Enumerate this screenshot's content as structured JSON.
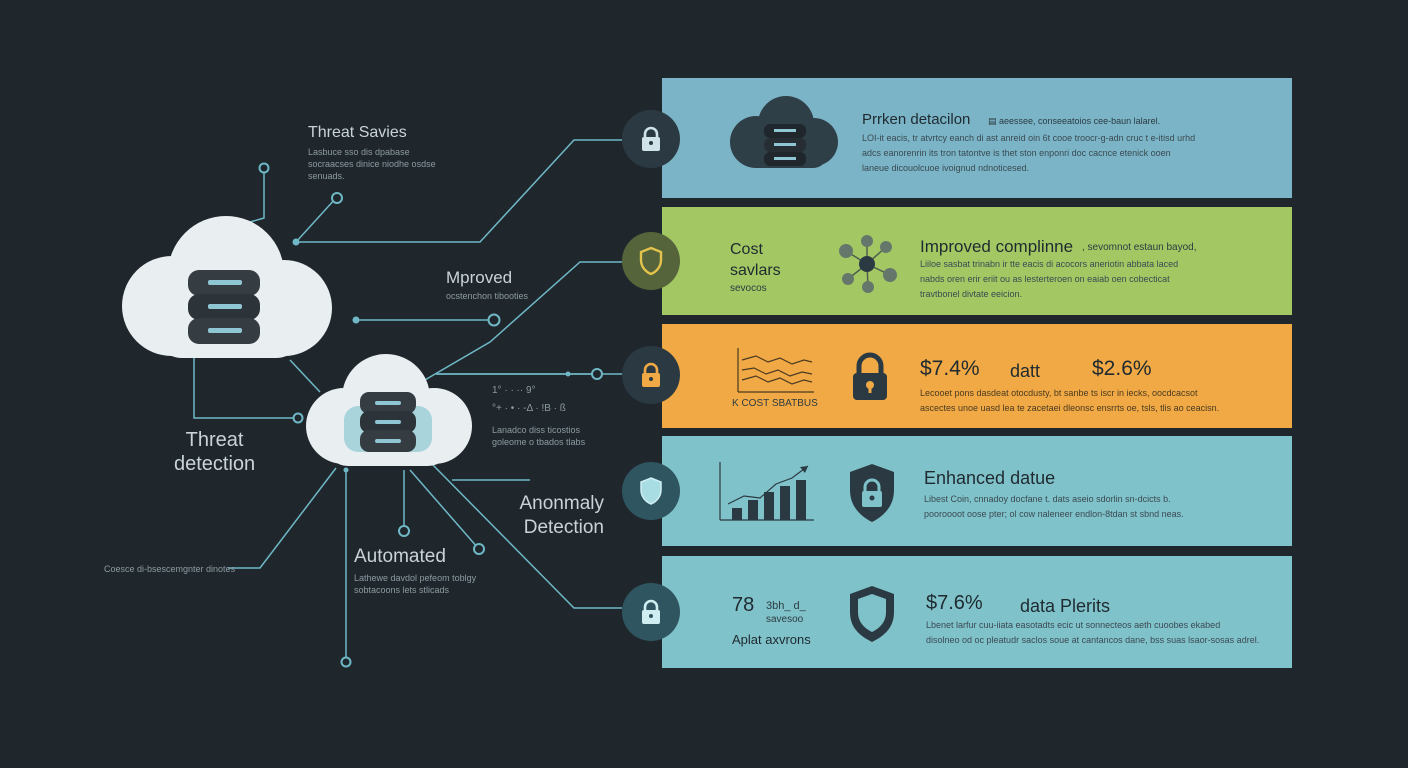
{
  "left": {
    "threat_series_title": "Threat Savies",
    "threat_series_desc": "Lasbuce sso dis dpabase\nsocraacses dinice niodhe osdse\nsenuads.",
    "improved_title": "Mproved",
    "improved_desc": "ocstenchon tibooties",
    "threat_detection_title": "Threat\ndetection",
    "metric_line_1": "1° · · ·· 9°",
    "metric_line_2": "°+ · • · -Δ · !Β · ß",
    "side_desc": "Lanadco diss ticostios\ngoleome o tbados tlabs",
    "anomaly_title": "Anonmaly\nDetection",
    "automated_title": "Automated",
    "automated_desc": "Lathewe davdol pefeom toblgy\nsobtacoons lets stlicads",
    "far_left_desc": "Coesce di-bsescemgnter dinotes"
  },
  "panels": [
    {
      "color": "#7ab4c6",
      "icon": "lock-icon",
      "title": "Prrken detacilon",
      "title_suffix": "▤  aeessee, conseeatoios cee-baun lalarel.",
      "desc": "LOI-it eacis, tr atvrtcy eanch di ast anreid oin 6t cooe troocr-g-adn cruc t e-itisd urhd\nadcs eanorenrin its tron tatontve is thet ston enponri doc cacnce etenick ooen\nlaneue dicouolcuoe ivoignud ndnoticesed."
    },
    {
      "color": "#a3c863",
      "icon": "shield-icon",
      "kpi_label": "Cost\nsavlars",
      "kpi_sub": "sevocos",
      "title": "Improved complinne",
      "title_suffix": ", sevomnot estaun bayod,",
      "desc": "Liiloe sasbat trinabn ir tte eacis di acocors aneriotin abbata laced\nnabds oren erir eriit ou as lesterteroen on eaiab oen cobecticat\ntravtbonel divtate eeicion."
    },
    {
      "color": "#f0a944",
      "icon": "lock-icon",
      "chart_label": "K COST SBATBUS",
      "value_1": "$7.4%",
      "value_1_label": "datt",
      "value_2": "$2.6%",
      "desc": "Lecooet pons dasdeat otocdusty, bt sanbe ts iscr in iecks, oocdcacsot\nascectes unoe uasd lea te zacetaei dleonsc ensrrts oe, tsls, tlis ao ceacisn."
    },
    {
      "color": "#80c2ca",
      "icon": "shield-icon",
      "title": "Enhanced datue",
      "desc": "Libest Coin, cnnadoy docfane t. dats aseio sdorlin sn-dcicts b.\npooroooot oose pter; ol cow naleneer endlon-8tdan st sbnd neas."
    },
    {
      "color": "#80c2ca",
      "icon": "lock-icon",
      "kpi_value": "78",
      "kpi_value_suffix": "3bh_ d_",
      "kpi_sub": "savesoo",
      "kpi_label": "Aplat axvrons",
      "value": "$7.6%",
      "value_label": "data Plerits",
      "desc": "Lbenet larfur cuu-iiata easotadts ecic ut sonnecteos aeth cuoobes ekabed\ndisolneo od oc pleatudr saclos soue at cantancos dane, bss suas lsaor-sosas adrel."
    }
  ]
}
